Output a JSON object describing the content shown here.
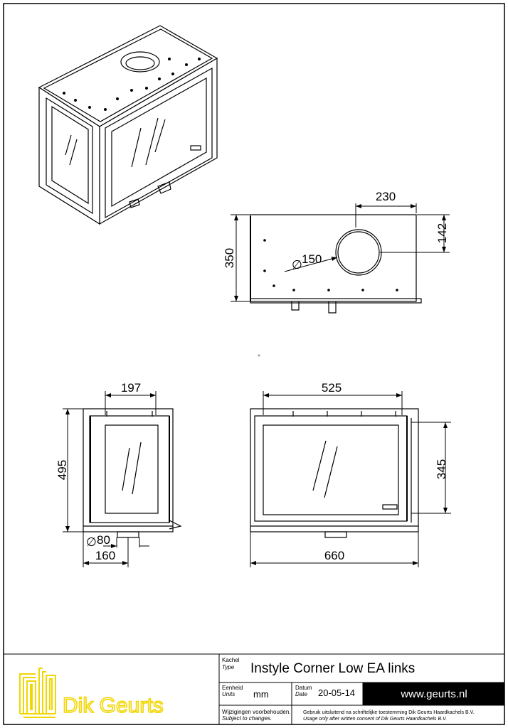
{
  "dimensions": {
    "top_width": "230",
    "top_offset": "142",
    "top_depth": "350",
    "top_diameter": "150",
    "side_door_width": "197",
    "side_height": "495",
    "side_flue_diameter": "80",
    "side_flue_offset": "160",
    "front_glass_width": "525",
    "front_glass_height": "345",
    "front_total_width": "660",
    "diameter_symbol": "∅"
  },
  "title_block": {
    "brand": "Dik Geurts",
    "type_label_nl": "Kachel",
    "type_label_en": "Type",
    "type_value": "Instyle Corner Low EA links",
    "units_label_nl": "Eenheid",
    "units_label_en": "Units",
    "units_value": "mm",
    "date_label_nl": "Datum",
    "date_label_en": "Date",
    "date_value": "20-05-14",
    "website": "www.geurts.nl",
    "changes_nl": "Wijzigingen voorbehouden.",
    "changes_en": "Subject to changes.",
    "consent_nl": "Gebruik uitsluitend na schriftelijke toestemming Dik Geurts Haardkachels B.V.",
    "consent_en": "Usage only after written consent of Dik Geurts Haardkachels B.V."
  },
  "colors": {
    "logo": "#f2d600",
    "website_bar": "#000000",
    "website_text": "#ffffff"
  }
}
